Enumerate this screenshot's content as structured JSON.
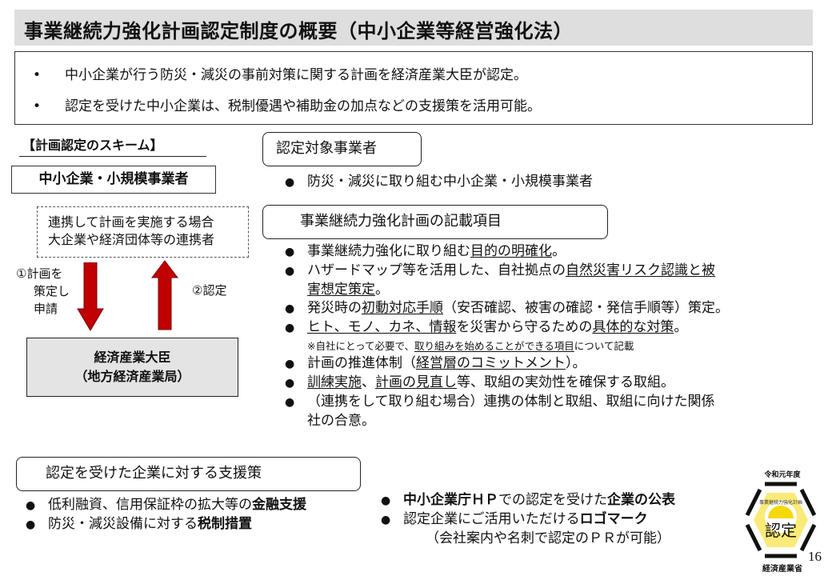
{
  "title": "事業継続力強化計画認定制度の概要（中小企業等経営強化法）",
  "summary": {
    "bullet": "•",
    "items": [
      "中小企業が行う防災・減災の事前対策に関する計画を経済産業大臣が認定。",
      "認定を受けた中小企業は、税制優遇や補助金の加点などの支援策を活用可能。"
    ]
  },
  "scheme": {
    "heading": "【計画認定のスキーム】",
    "applicant": "中小企業・小規模事業者",
    "partner_line1": "連携して計画を実施する場合",
    "partner_line2": "大企業や経済団体等の連携者",
    "step1_line1": "①計画を",
    "step1_line2": "策定し",
    "step1_line3": "申請",
    "step2": "②認定",
    "authority_line1": "経済産業大臣",
    "authority_line2": "（地方経済産業局）",
    "arrow_color": "#c00000"
  },
  "eligible": {
    "heading": "認定対象事業者",
    "items": [
      "防災・減災に取り組む中小企業・小規模事業者"
    ]
  },
  "plan_items": {
    "heading": "事業継続力強化計画の記載項目",
    "bullet": "●",
    "i1_a": "事業継続力強化に取り組む",
    "i1_u": "目的の明確化",
    "i1_b": "。",
    "i2_a": "ハザードマップ等を活用した、自社拠点の",
    "i2_u1": "自然災害リスク認識と被",
    "i2_u2": "害想定策定",
    "i2_b": "。",
    "i3_a": "発災時の",
    "i3_u": "初動対応手順",
    "i3_b": "（安否確認、被害の確認・発信手順等）策定。",
    "i4_u1": "ヒト、モノ、カネ、情報",
    "i4_a": "を災害から守るための",
    "i4_u2": "具体的な対策",
    "i4_b": "。",
    "note_a": "※自社にとって必要で、",
    "note_u": "取り組みを始めることができる項目",
    "note_b": "について記載",
    "i5_a": "計画の推進体制（",
    "i5_u": "経営層のコミットメント",
    "i5_b": "）。",
    "i6_u1": "訓練実施",
    "i6_a": "、",
    "i6_u2": "計画の見直し",
    "i6_b": "等、取組の実効性を確保する取組。",
    "i7_a": "（連携をして取り組む場合）連携の体制と取組、取組に向けた関係",
    "i7_b": "社の合意。"
  },
  "support": {
    "heading": "認定を受けた企業に対する支援策",
    "bullet": "●",
    "s1_a": "低利融資、信用保証枠の拡大等の",
    "s1_bold": "金融支援",
    "s2_a": "防災・減災設備に対する",
    "s2_bold": "税制措置",
    "s3_bold1": "中小企業庁ＨＰ",
    "s3_a": "での認定を受けた",
    "s3_bold2": "企業の公表",
    "s4_a": "認定企業にご活用いただける",
    "s4_bold": "ロゴマーク",
    "s4_sub": "（会社案内や名刺で認定のＰＲが可能）"
  },
  "logo": {
    "top": "令和元年度",
    "arc": "事業継続力強化計画",
    "center": "認定",
    "bottom": "経済産業省",
    "yellow": "#f5d90a"
  },
  "page_number": "16"
}
